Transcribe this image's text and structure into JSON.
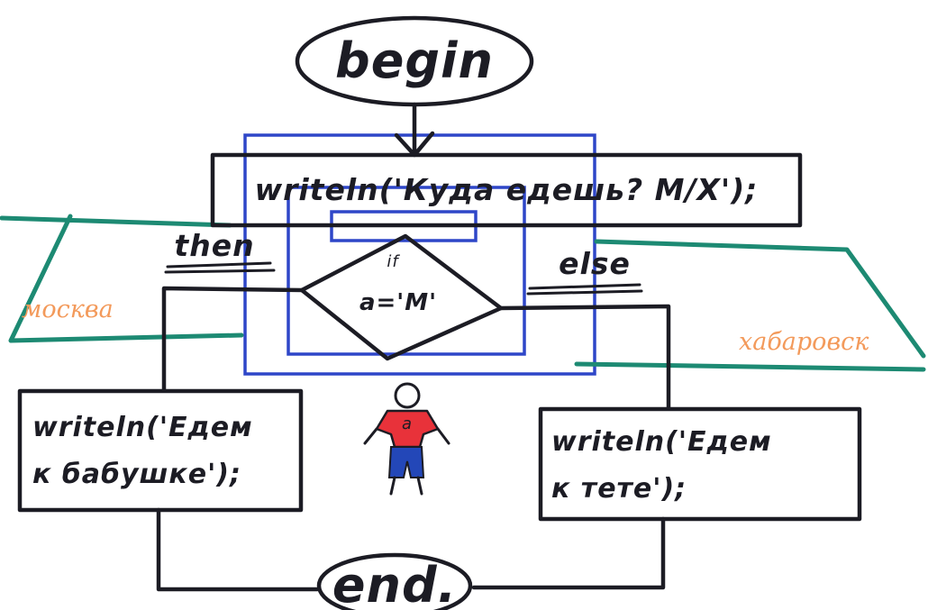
{
  "nodes": {
    "begin": "begin",
    "prompt_line1": "writeln('Куда едешь? M/X');",
    "condition_if": "if",
    "condition": "a='M'",
    "then_label": "then",
    "else_label": "else",
    "left_action_line1": "writeln('Едем",
    "left_action_line2": "к бабушке');",
    "right_action_line1": "writeln('Едем",
    "right_action_line2": "к тете');",
    "end": "end.",
    "left_city": "москва",
    "right_city": "хабаровск",
    "figure_letter": "a"
  },
  "colors": {
    "ink": "#1c1c24",
    "frame": "#2e46c8",
    "road": "#1d8a73",
    "city_label": "#f39a5b",
    "shirt": "#e8323a",
    "pants": "#2347b8"
  }
}
